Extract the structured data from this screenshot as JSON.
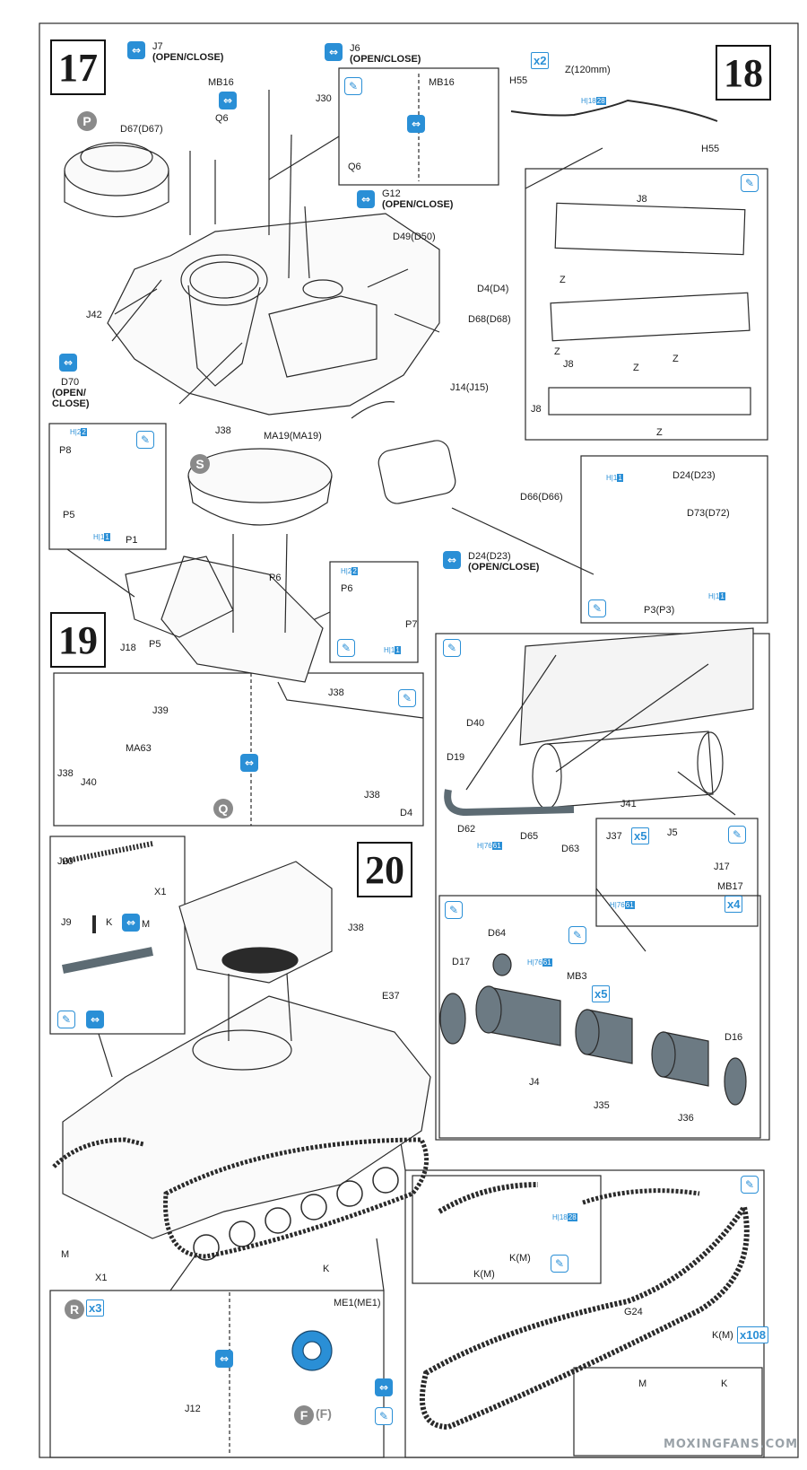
{
  "steps": [
    "17",
    "18",
    "19",
    "20"
  ],
  "icons": {
    "open_close": "open-close-icon",
    "glue": "glue-icon",
    "color_accent": "#2a8fd6",
    "gray_badge": "#8a8a8a"
  },
  "badges": {
    "P": "P",
    "S": "S",
    "Q": "Q",
    "R": "R",
    "F": "F",
    "F2": "(F)"
  },
  "multipliers": {
    "h55": "x2",
    "j37": "x5",
    "mb17": "x4",
    "mb3": "x5",
    "j12": "x3",
    "km": "x108"
  },
  "chips": {
    "h18_28": [
      "H",
      "18",
      "28"
    ],
    "h2_2": [
      "H",
      "2",
      "2"
    ],
    "h1_1": [
      "H",
      "1",
      "1"
    ],
    "h76_61": [
      "H",
      "76",
      "61"
    ]
  },
  "labels": {
    "j7": "J7",
    "j7_open": "(OPEN/CLOSE)",
    "j6": "J6",
    "j6_open": "(OPEN/CLOSE)",
    "mb16": "MB16",
    "q6": "Q6",
    "j30": "J30",
    "d67": "D67(D67)",
    "mb16_inset": "MB16",
    "q6_inset": "Q6",
    "g12": "G12",
    "g12_open": "(OPEN/CLOSE)",
    "d49": "D49(D50)",
    "d4": "D4(D4)",
    "d68": "D68(D68)",
    "j42": "J42",
    "j14": "J14(J15)",
    "d70": "D70",
    "d70_open": "(OPEN/",
    "d70_close": "CLOSE)",
    "j38_a": "J38",
    "ma19": "MA19(MA19)",
    "p8": "P8",
    "p5_a": "P5",
    "p1": "P1",
    "d66": "D66(D66)",
    "d24_main": "D24(D23)",
    "d24_open": "(OPEN/CLOSE)",
    "h55_a": "H55",
    "z120": "Z(120mm)",
    "h55_b": "H55",
    "j8_a": "J8",
    "z_a": "Z",
    "z_b": "Z",
    "j8_b": "J8",
    "z_c": "Z",
    "z_d": "Z",
    "j8_c": "J8",
    "z_e": "Z",
    "d24_inset": "D24(D23)",
    "d73": "D73(D72)",
    "p3": "P3(P3)",
    "p6_a": "P6",
    "p6_b": "P6",
    "p7": "P7",
    "j18": "J18",
    "p5_b": "P5",
    "j38_b": "J38",
    "j39": "J39",
    "ma63": "MA63",
    "j38_c": "J38",
    "j40": "J40",
    "j38_d": "J38",
    "d4_b": "D4",
    "d40": "D40",
    "d19": "D19",
    "j41": "J41",
    "d62": "D62",
    "d65": "D65",
    "d63": "D63",
    "j37": "J37",
    "j5": "J5",
    "j17": "J17",
    "mb17": "MB17",
    "d64": "D64",
    "d17": "D17",
    "mb3": "MB3",
    "d16": "D16",
    "j4": "J4",
    "j35": "J35",
    "j36": "J36",
    "j20": "J20",
    "x1_a": "X1",
    "j9": "J9",
    "k_a": "K",
    "m_a": "M",
    "j38_e": "J38",
    "e37": "E37",
    "m_b": "M",
    "x1_b": "X1",
    "k_b": "K",
    "km_a": "K(M)",
    "km_b": "K(M)",
    "g24": "G24",
    "km_c": "K(M)",
    "m_c": "M",
    "k_c": "K",
    "me1": "ME1(ME1)",
    "j12": "J12"
  },
  "watermark": "MOXINGFANS.COM"
}
